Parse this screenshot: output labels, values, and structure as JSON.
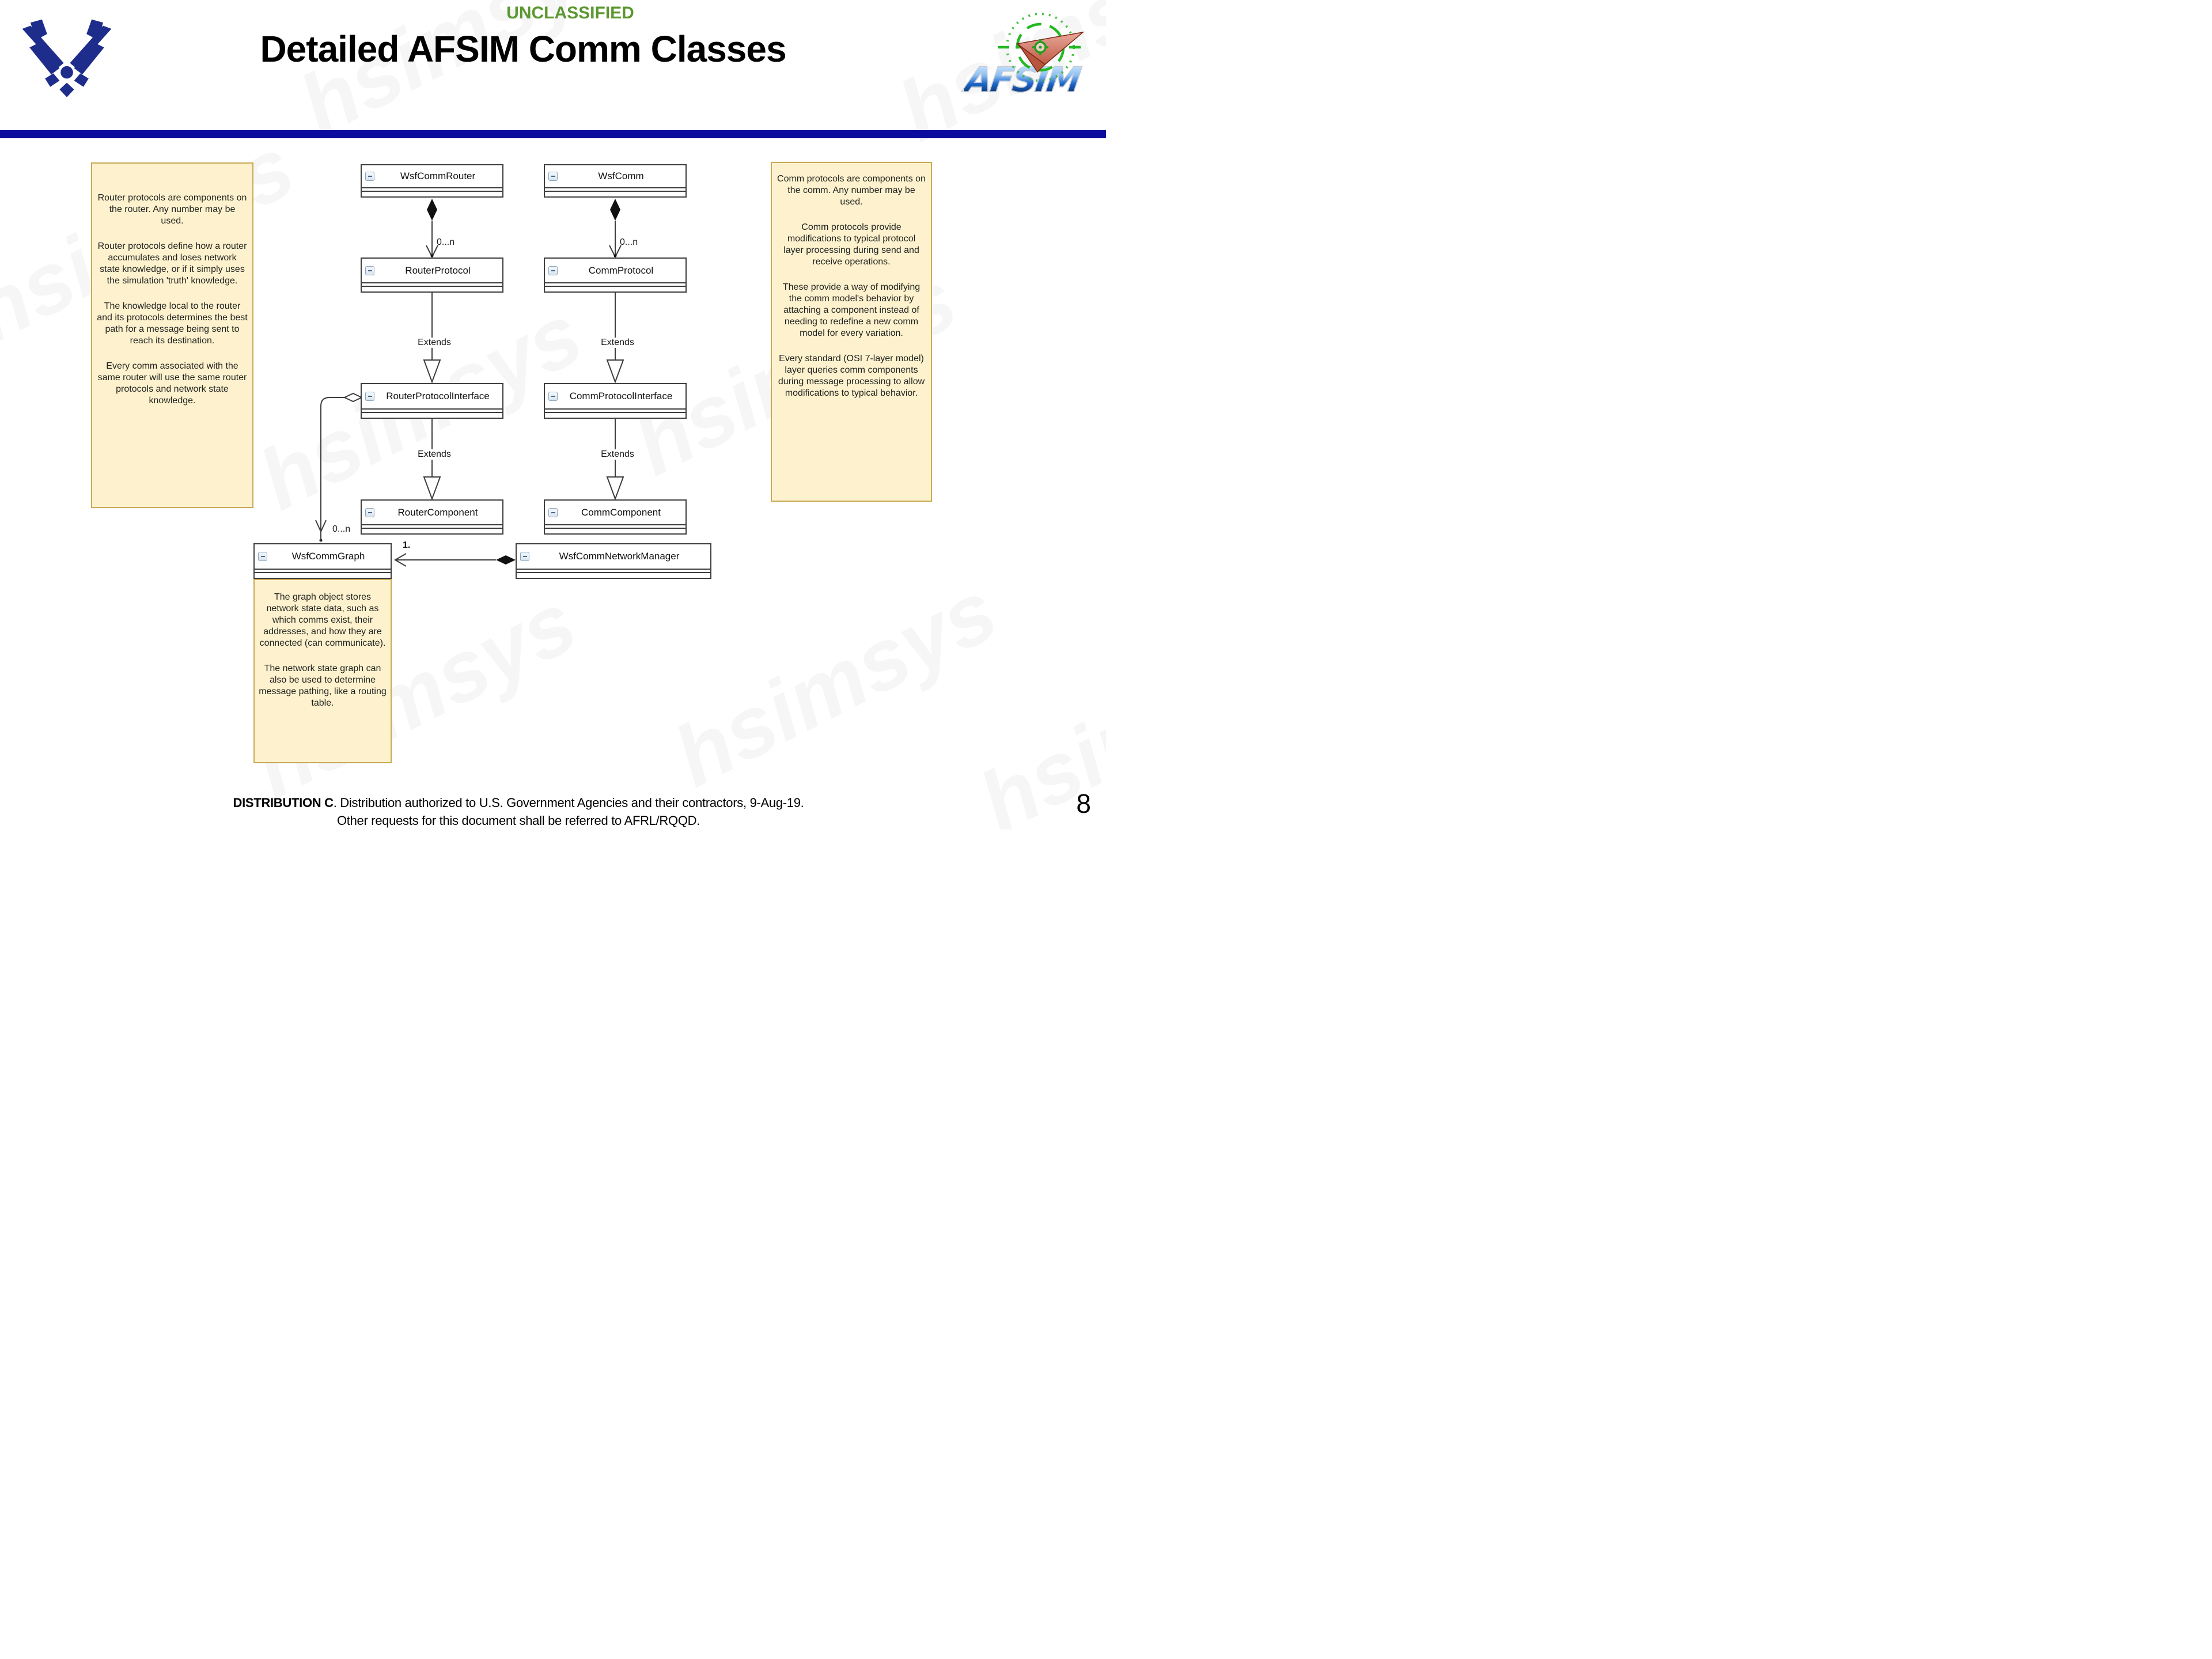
{
  "header": {
    "classification": "UNCLASSIFIED",
    "title": "Detailed AFSIM Comm Classes"
  },
  "logos": {
    "afsim_text": "AFSIM"
  },
  "watermark": {
    "text": "hsimsys"
  },
  "colors": {
    "classification_green": "#5c9730",
    "divider_blue": "#0b0b9e",
    "note_fill": "#fdf2cd",
    "note_border": "#c9a952",
    "usaf_blue": "#1e2d8c",
    "afsim_green": "#22b922",
    "afsim_plane_red": "#c96a58"
  },
  "diagram": {
    "classes": {
      "router": {
        "label": "WsfCommRouter"
      },
      "comm": {
        "label": "WsfComm"
      },
      "router_protocol": {
        "label": "RouterProtocol"
      },
      "comm_protocol": {
        "label": "CommProtocol"
      },
      "router_interface": {
        "label": "RouterProtocolInterface"
      },
      "comm_interface": {
        "label": "CommProtocolInterface"
      },
      "router_component": {
        "label": "RouterComponent"
      },
      "comm_component": {
        "label": "CommComponent"
      },
      "graph": {
        "label": "WsfCommGraph"
      },
      "network_manager": {
        "label": "WsfCommNetworkManager"
      }
    },
    "labels": {
      "extends": "Extends",
      "zero_to_n": "0...n",
      "one": "1."
    },
    "notes": {
      "router": {
        "p1": "Router protocols are components on the router. Any number may be used.",
        "p2": "Router protocols define how a router accumulates and loses network state knowledge, or if it simply uses the simulation 'truth' knowledge.",
        "p3": "The knowledge local to the router and its protocols determines the best path for a message being sent to reach its destination.",
        "p4": "Every comm associated with the same router will use the same router protocols and network state knowledge."
      },
      "comm": {
        "p1": "Comm protocols are components on the comm. Any number may be used.",
        "p2": "Comm protocols provide modifications to typical protocol layer processing during send and receive operations.",
        "p3": "These provide a way of modifying the comm model's behavior by attaching a component instead of needing to redefine a new comm model for every variation.",
        "p4": "Every standard (OSI 7-layer model) layer queries comm components during message processing to allow modifications to typical behavior."
      },
      "graph": {
        "p1": "The graph object stores network state data, such as which comms exist, their addresses, and how they are connected (can communicate).",
        "p2": "The network state graph can also be used to determine message pathing, like a routing table."
      }
    }
  },
  "footer": {
    "distribution_bold": "DISTRIBUTION C",
    "distribution_rest": ". Distribution authorized to U.S. Government Agencies and their contractors, 9-Aug-19.",
    "distribution_line2": "Other requests for this document shall be referred to AFRL/RQQD.",
    "page_number": "8"
  }
}
